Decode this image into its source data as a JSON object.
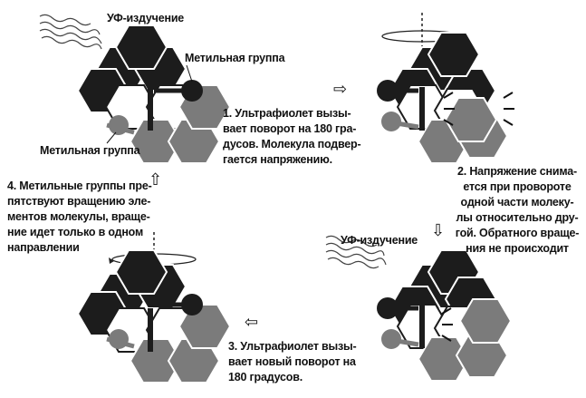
{
  "labels": {
    "uv_top": "УФ-издучение",
    "uv_mid": "УФ-издучение",
    "methyl_top": "Метильная группа",
    "methyl_left": "Метильная группа"
  },
  "steps": {
    "step1": "1. Ультрафиолет вызы-\nвает поворот на 180 гра-\nдусов. Молекула подвер-\nгается напряжению.",
    "step2": "2. Напряжение снима-\nется при провороте\nодной части молеку-\nлы относительно дру-\nгой. Обратного враще-\nния не происходит",
    "step3": "3. Ультрафиолет вызы-\nвает новый поворот на\n180 градусов.",
    "step4": "4. Метильные группы пре-\nпятствуют вращению эле-\nментов молекулы, враще-\nние идет только в одном\nнаправлении"
  },
  "arrows": {
    "to_right": "⇨",
    "down": "⇩",
    "to_left": "⇦",
    "up": "⇧"
  },
  "colors": {
    "dark": "#1c1c1c",
    "gray": "#7b7b7b",
    "background": "#ffffff"
  }
}
